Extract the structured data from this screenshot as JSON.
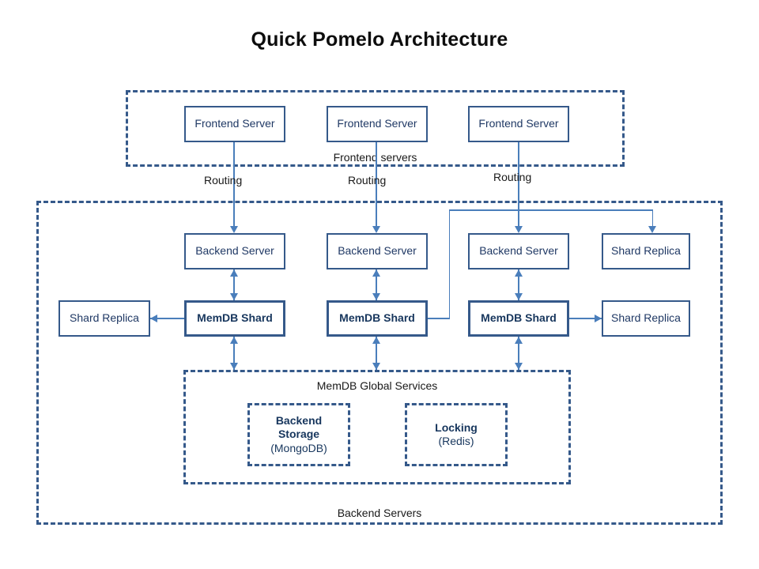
{
  "diagram": {
    "title": "Quick Pomelo Architecture",
    "colors": {
      "box_border": "#35598a",
      "box_text": "#1f3864",
      "strong_text": "#17365d",
      "connector": "#4a7ebb",
      "label_text": "#191919",
      "title_text": "#0d0d0d",
      "background": "#ffffff"
    },
    "frontend_group": {
      "label": "Frontend servers",
      "nodes": [
        {
          "label": "Frontend Server"
        },
        {
          "label": "Frontend Server"
        },
        {
          "label": "Frontend Server"
        }
      ]
    },
    "backend_group": {
      "label": "Backend Servers",
      "backend_servers": [
        {
          "label": "Backend Server"
        },
        {
          "label": "Backend Server"
        },
        {
          "label": "Backend Server"
        }
      ],
      "shards": [
        {
          "label": "MemDB Shard"
        },
        {
          "label": "MemDB Shard"
        },
        {
          "label": "MemDB Shard"
        }
      ],
      "replicas": [
        {
          "label": "Shard Replica"
        },
        {
          "label": "Shard Replica"
        },
        {
          "label": "Shard Replica"
        }
      ],
      "global_services": {
        "label": "MemDB Global Services",
        "services": [
          {
            "name": "Backend",
            "name2": "Storage",
            "detail": "(MongoDB)"
          },
          {
            "name": "Locking",
            "name2": "",
            "detail": "(Redis)"
          }
        ]
      }
    },
    "edges": [
      {
        "label": "Routing"
      },
      {
        "label": "Routing"
      },
      {
        "label": "Routing"
      }
    ]
  }
}
